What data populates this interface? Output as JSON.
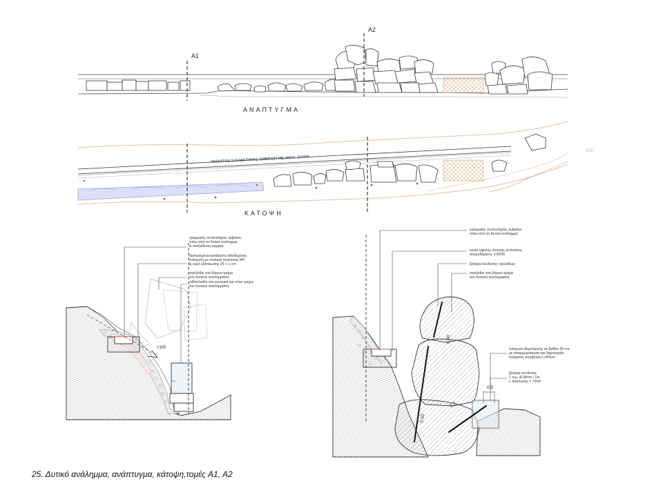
{
  "sections": {
    "elevation_title": "ΑΝΑΠΤΥΓΜΑ",
    "plan_title": "ΚΑΤΟΨΗ",
    "cut_a1": "A1",
    "cut_a2": "A2",
    "channel_label": "ΑΝΟΙΧΤΟΣ ΣΥΛΛΕΚΤΗΡΑΣ ΟΜΒΡΙΩΝ ΜΕ ΑΝΟΞ. ΣΧΑΡΑ",
    "contour_value": "100"
  },
  "section_a1": {
    "level_mark": "+100",
    "notes": [
      [
        "γραμμικός συλλεκτήρας ομβρίων",
        "πίσω από το δυτικό ανάλημμα",
        "& ανοξείδωτη εσχάρα"
      ],
      [
        "διαπρισμένα κατάλοιπα λιθοδέματος",
        "ενίσχυση με κονίαμα ποιότητας M5",
        "& νερό εξάπλωσης 25 + 1 cm"
      ],
      [
        "ογκόλιθοι στο βόρειο τμήμα",
        "του δυτικού αναλήμματος"
      ],
      [
        "λιθόπλινθοι στο κεντρικό και νότιο τμήμα",
        "του δυτικού αναλήμματος"
      ]
    ]
  },
  "section_a2": {
    "dims": [
      "0,30",
      "0,7",
      "0,5",
      "0,10"
    ],
    "notes": [
      [
        "γραμμικός συλλεκτήρας ομβρίων",
        "πίσω από το δυτικό ανάλημμα"
      ],
      [
        "κονία υψηλής αντοχής αντίσταση",
        "σκυροδέματος C30/35"
      ],
      [
        "βλήτρα σύνδεσης ογκολίθων"
      ],
      [
        "ογκόλιθοι στο βόρειο τμήμα",
        "του δυτικού αναλήμματος"
      ],
      [
        "ενίσχυση θεμελίωσης σε βάθος 30 cm",
        "με απορρωμάτωση και δημιουργία",
        "πέλματος προβόλου L=50cm"
      ],
      [
        "βλήτρα σύνδεσης",
        "1 τεμ. Φ18mm / 1m",
        "L πακτωσης = 70cm"
      ]
    ]
  },
  "caption": "25. Δυτικό ανάλημμα, ανάπτυγμα, κάτοψη,τομές  A1, A2",
  "colors": {
    "line": "#333333",
    "plan_trace": "#d9b79e",
    "hatch_orange": "#e1b070",
    "water_blue": "#9aa2dd",
    "markers_red": "#d42020",
    "gravel": "#c8a898"
  }
}
